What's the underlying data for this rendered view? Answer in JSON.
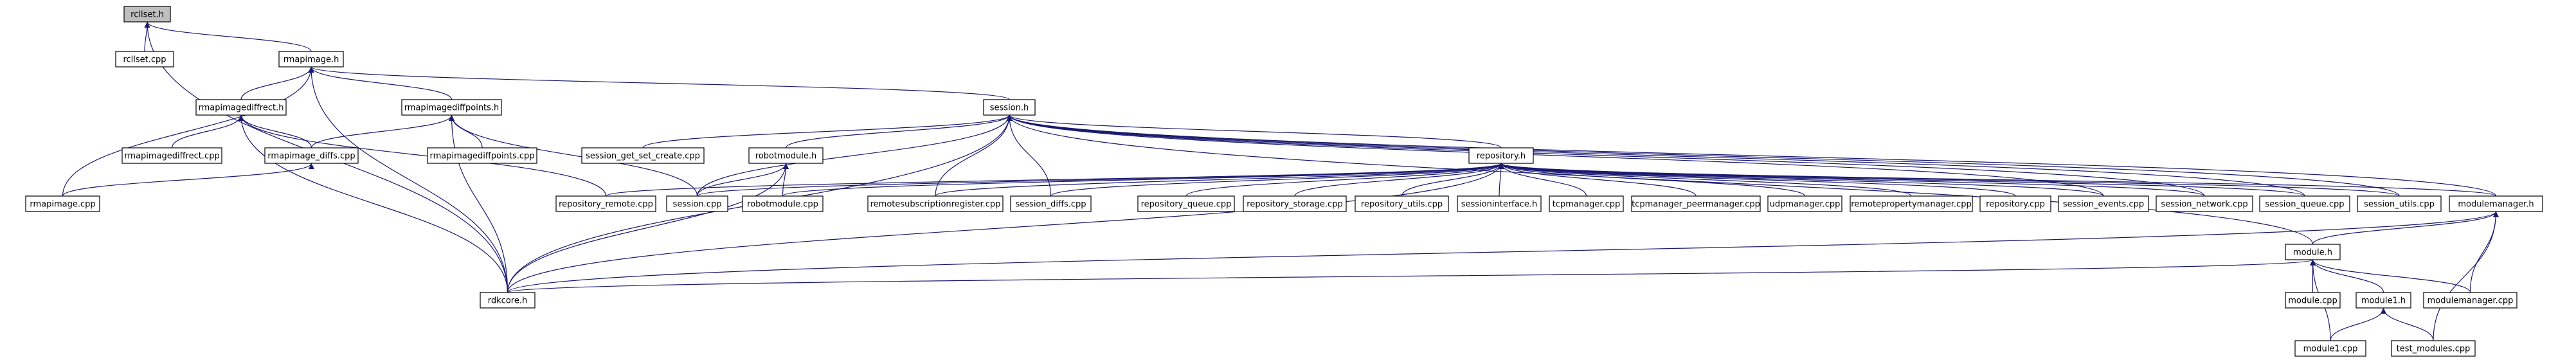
{
  "graph": {
    "colors": {
      "edge": "#191970",
      "node_fill": "#ffffff",
      "root_fill": "#bfbfbf",
      "border": "#000000"
    },
    "nodes": [
      {
        "id": "rcllset_h",
        "label": "rcllset.h",
        "root": true
      },
      {
        "id": "rcllset_cpp",
        "label": "rcllset.cpp"
      },
      {
        "id": "rmapimage_h",
        "label": "rmapimage.h"
      },
      {
        "id": "rmapimagediffrect_h",
        "label": "rmapimagediffrect.h"
      },
      {
        "id": "rmapimagediffpoints_h",
        "label": "rmapimagediffpoints.h"
      },
      {
        "id": "rmapimagediffrect_cpp",
        "label": "rmapimagediffrect.cpp"
      },
      {
        "id": "rmapimage_diffs_cpp",
        "label": "rmapimage_diffs.cpp"
      },
      {
        "id": "rmapimagediffpoints_cpp",
        "label": "rmapimagediffpoints.cpp"
      },
      {
        "id": "rmapimage_cpp",
        "label": "rmapimage.cpp"
      },
      {
        "id": "session_h",
        "label": "session.h"
      },
      {
        "id": "session_get_set_create_cpp",
        "label": "session_get_set_create.cpp"
      },
      {
        "id": "robotmodule_h",
        "label": "robotmodule.h"
      },
      {
        "id": "repository_remote_cpp",
        "label": "repository_remote.cpp"
      },
      {
        "id": "session_cpp",
        "label": "session.cpp"
      },
      {
        "id": "robotmodule_cpp",
        "label": "robotmodule.cpp"
      },
      {
        "id": "repository_h",
        "label": "repository.h"
      },
      {
        "id": "remotesubscriptionregister_cpp",
        "label": "remotesubscriptionregister.cpp"
      },
      {
        "id": "session_diffs_cpp",
        "label": "session_diffs.cpp"
      },
      {
        "id": "repository_queue_cpp",
        "label": "repository_queue.cpp"
      },
      {
        "id": "repository_storage_cpp",
        "label": "repository_storage.cpp"
      },
      {
        "id": "repository_utils_cpp",
        "label": "repository_utils.cpp"
      },
      {
        "id": "sessioninterface_h",
        "label": "sessioninterface.h"
      },
      {
        "id": "tcpmanager_cpp",
        "label": "tcpmanager.cpp"
      },
      {
        "id": "tcpmanager_peermanager_cpp",
        "label": "tcpmanager_peermanager.cpp"
      },
      {
        "id": "udpmanager_cpp",
        "label": "udpmanager.cpp"
      },
      {
        "id": "remotepropertymanager_cpp",
        "label": "remotepropertymanager.cpp"
      },
      {
        "id": "repository_cpp",
        "label": "repository.cpp"
      },
      {
        "id": "session_events_cpp",
        "label": "session_events.cpp"
      },
      {
        "id": "session_network_cpp",
        "label": "session_network.cpp"
      },
      {
        "id": "session_queue_cpp",
        "label": "session_queue.cpp"
      },
      {
        "id": "session_utils_cpp",
        "label": "session_utils.cpp"
      },
      {
        "id": "modulemanager_h",
        "label": "modulemanager.h"
      },
      {
        "id": "module_h",
        "label": "module.h"
      },
      {
        "id": "rdkcore_h",
        "label": "rdkcore.h"
      },
      {
        "id": "module_cpp",
        "label": "module.cpp"
      },
      {
        "id": "module1_h",
        "label": "module1.h"
      },
      {
        "id": "modulemanager_cpp",
        "label": "modulemanager.cpp"
      },
      {
        "id": "module1_cpp",
        "label": "module1.cpp"
      },
      {
        "id": "test_modules_cpp",
        "label": "test_modules.cpp"
      }
    ],
    "edges": [
      [
        "rcllset_h",
        "rcllset_cpp"
      ],
      [
        "rcllset_h",
        "rmapimage_h"
      ],
      [
        "rcllset_h",
        "rdkcore_h"
      ],
      [
        "rmapimage_h",
        "rmapimagediffrect_h"
      ],
      [
        "rmapimage_h",
        "rmapimagediffpoints_h"
      ],
      [
        "rmapimage_h",
        "rmapimage_cpp"
      ],
      [
        "rmapimage_h",
        "session_h"
      ],
      [
        "rmapimage_h",
        "rdkcore_h"
      ],
      [
        "rmapimagediffrect_h",
        "rmapimagediffrect_cpp"
      ],
      [
        "rmapimagediffrect_h",
        "rmapimage_diffs_cpp"
      ],
      [
        "rmapimagediffrect_h",
        "repository_remote_cpp"
      ],
      [
        "rmapimagediffrect_h",
        "rdkcore_h"
      ],
      [
        "rmapimagediffpoints_h",
        "rmapimage_diffs_cpp"
      ],
      [
        "rmapimagediffpoints_h",
        "rmapimagediffpoints_cpp"
      ],
      [
        "rmapimagediffpoints_h",
        "session_cpp"
      ],
      [
        "rmapimagediffpoints_h",
        "rdkcore_h"
      ],
      [
        "rmapimage_diffs_cpp",
        "rmapimage_cpp"
      ],
      [
        "session_h",
        "session_get_set_create_cpp"
      ],
      [
        "session_h",
        "robotmodule_h"
      ],
      [
        "session_h",
        "repository_h"
      ],
      [
        "session_h",
        "session_cpp"
      ],
      [
        "session_h",
        "remotesubscriptionregister_cpp"
      ],
      [
        "session_h",
        "session_diffs_cpp"
      ],
      [
        "session_h",
        "session_events_cpp"
      ],
      [
        "session_h",
        "session_network_cpp"
      ],
      [
        "session_h",
        "session_queue_cpp"
      ],
      [
        "session_h",
        "session_utils_cpp"
      ],
      [
        "session_h",
        "modulemanager_h"
      ],
      [
        "session_h",
        "module_h"
      ],
      [
        "session_h",
        "rdkcore_h"
      ],
      [
        "robotmodule_h",
        "session_cpp"
      ],
      [
        "robotmodule_h",
        "robotmodule_cpp"
      ],
      [
        "robotmodule_h",
        "rdkcore_h"
      ],
      [
        "repository_h",
        "repository_remote_cpp"
      ],
      [
        "repository_h",
        "session_cpp"
      ],
      [
        "repository_h",
        "robotmodule_cpp"
      ],
      [
        "repository_h",
        "remotesubscriptionregister_cpp"
      ],
      [
        "repository_h",
        "session_diffs_cpp"
      ],
      [
        "repository_h",
        "repository_queue_cpp"
      ],
      [
        "repository_h",
        "repository_storage_cpp"
      ],
      [
        "repository_h",
        "repository_utils_cpp"
      ],
      [
        "repository_h",
        "sessioninterface_h"
      ],
      [
        "repository_h",
        "tcpmanager_cpp"
      ],
      [
        "repository_h",
        "tcpmanager_peermanager_cpp"
      ],
      [
        "repository_h",
        "udpmanager_cpp"
      ],
      [
        "repository_h",
        "remotepropertymanager_cpp"
      ],
      [
        "repository_h",
        "repository_cpp"
      ],
      [
        "repository_h",
        "session_events_cpp"
      ],
      [
        "repository_h",
        "session_network_cpp"
      ],
      [
        "repository_h",
        "session_queue_cpp"
      ],
      [
        "repository_h",
        "session_utils_cpp"
      ],
      [
        "repository_h",
        "modulemanager_h"
      ],
      [
        "repository_h",
        "rdkcore_h"
      ],
      [
        "modulemanager_h",
        "module_h"
      ],
      [
        "modulemanager_h",
        "modulemanager_cpp"
      ],
      [
        "modulemanager_h",
        "test_modules_cpp"
      ],
      [
        "modulemanager_h",
        "rdkcore_h"
      ],
      [
        "module_h",
        "module_cpp"
      ],
      [
        "module_h",
        "module1_h"
      ],
      [
        "module_h",
        "modulemanager_cpp"
      ],
      [
        "module_h",
        "module1_cpp"
      ],
      [
        "module_h",
        "rdkcore_h"
      ],
      [
        "module1_h",
        "module1_cpp"
      ],
      [
        "module1_h",
        "test_modules_cpp"
      ]
    ]
  }
}
